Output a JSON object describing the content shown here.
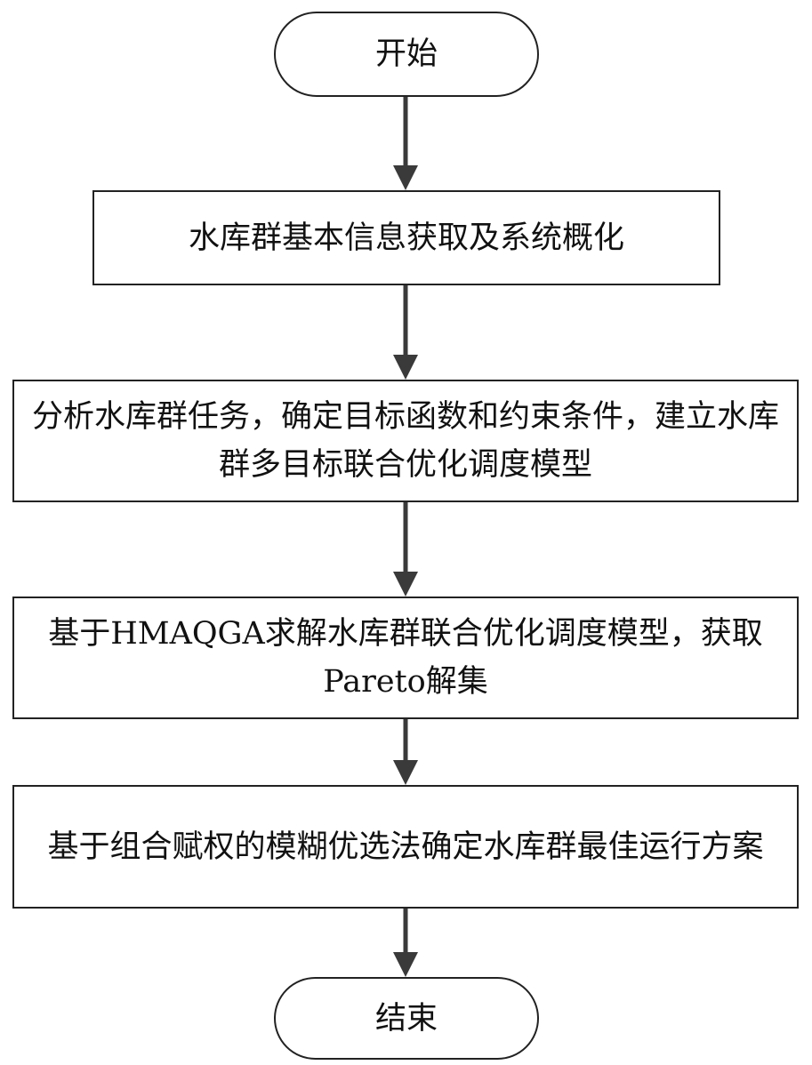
{
  "flowchart": {
    "start": "开始",
    "steps": [
      "水库群基本信息获取及系统概化",
      "分析水库群任务，确定目标函数和约束条件，建立水库群多目标联合优化调度模型",
      "基于HMAQGA求解水库群联合优化调度模型，获取Pareto解集",
      "基于组合赋权的模糊优选法确定水库群最佳运行方案"
    ],
    "end": "结束"
  },
  "colors": {
    "line": "#3a3a3a",
    "border": "#222222",
    "text": "#111111"
  }
}
